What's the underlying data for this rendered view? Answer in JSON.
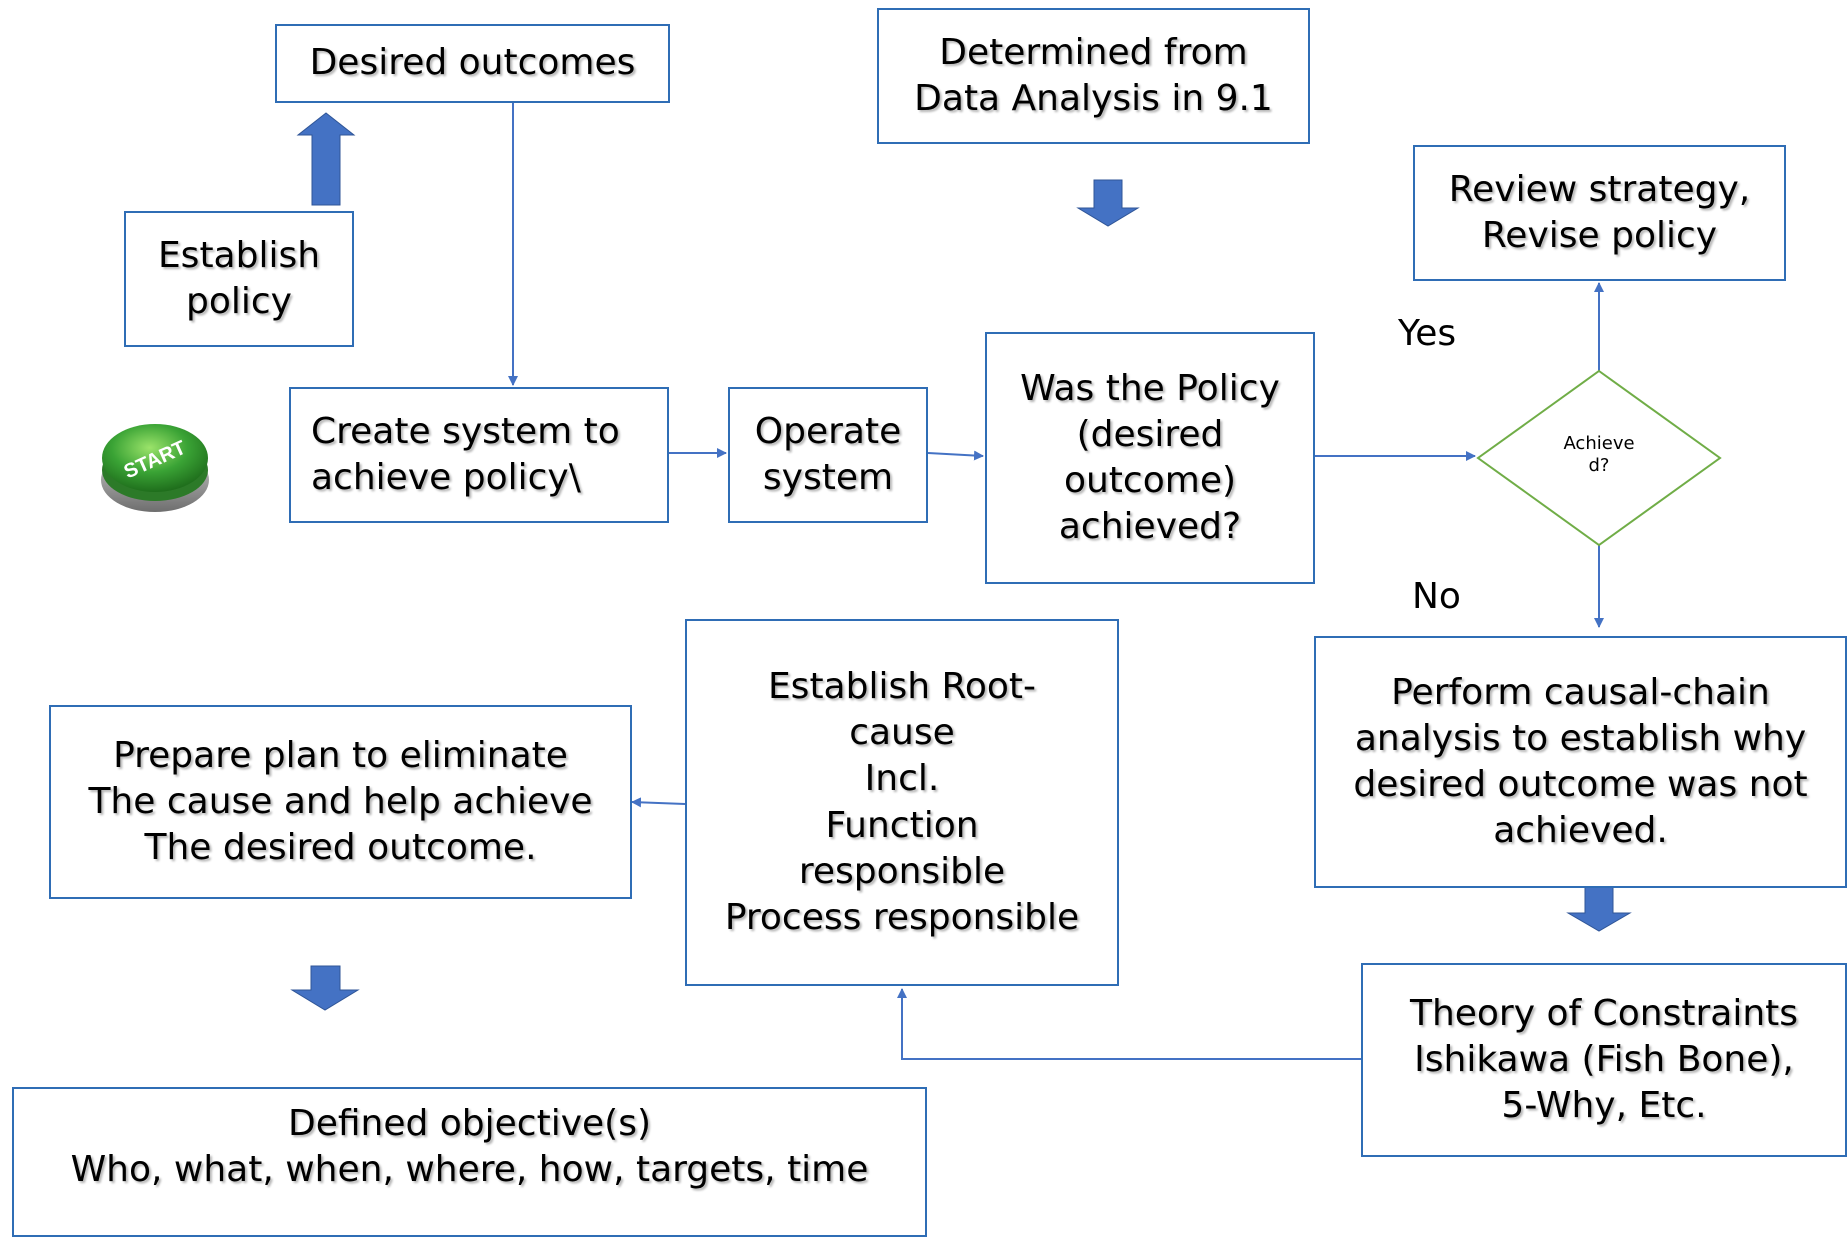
{
  "boxes": {
    "desired_outcomes": [
      "Desired outcomes"
    ],
    "establish_policy": [
      "Establish",
      "policy"
    ],
    "data_analysis": [
      "Determined from",
      "Data Analysis in 9.1"
    ],
    "review_strategy": [
      "Review strategy,",
      "Revise policy"
    ],
    "create_system": [
      "Create system to",
      "achieve policy\\"
    ],
    "operate_system": [
      "Operate",
      "system"
    ],
    "policy_achieved": [
      "Was the Policy",
      "(desired",
      "outcome)",
      "achieved?"
    ],
    "causal_chain": [
      "Perform causal-chain",
      "analysis to establish why",
      "desired outcome was not",
      "achieved."
    ],
    "root_cause": [
      "Establish Root-",
      "cause",
      "Incl.",
      "Function",
      "responsible",
      "Process responsible"
    ],
    "prepare_plan": [
      "Prepare plan to eliminate",
      "The cause and help achieve",
      "The desired outcome."
    ],
    "theory_constraints": [
      "Theory of Constraints",
      "Ishikawa (Fish Bone),",
      "5-Why, Etc."
    ],
    "defined_objectives": [
      "Defined objective(s)",
      "Who, what, when, where, how, targets, time"
    ]
  },
  "decision": [
    "Achieve",
    "d?"
  ],
  "labels": {
    "yes": "Yes",
    "no": "No"
  },
  "start_button": "START",
  "colors": {
    "box_border": "#2f6db5",
    "arrow": "#4472c4",
    "decision": "#70ad47",
    "start_green": "#3aa335"
  }
}
